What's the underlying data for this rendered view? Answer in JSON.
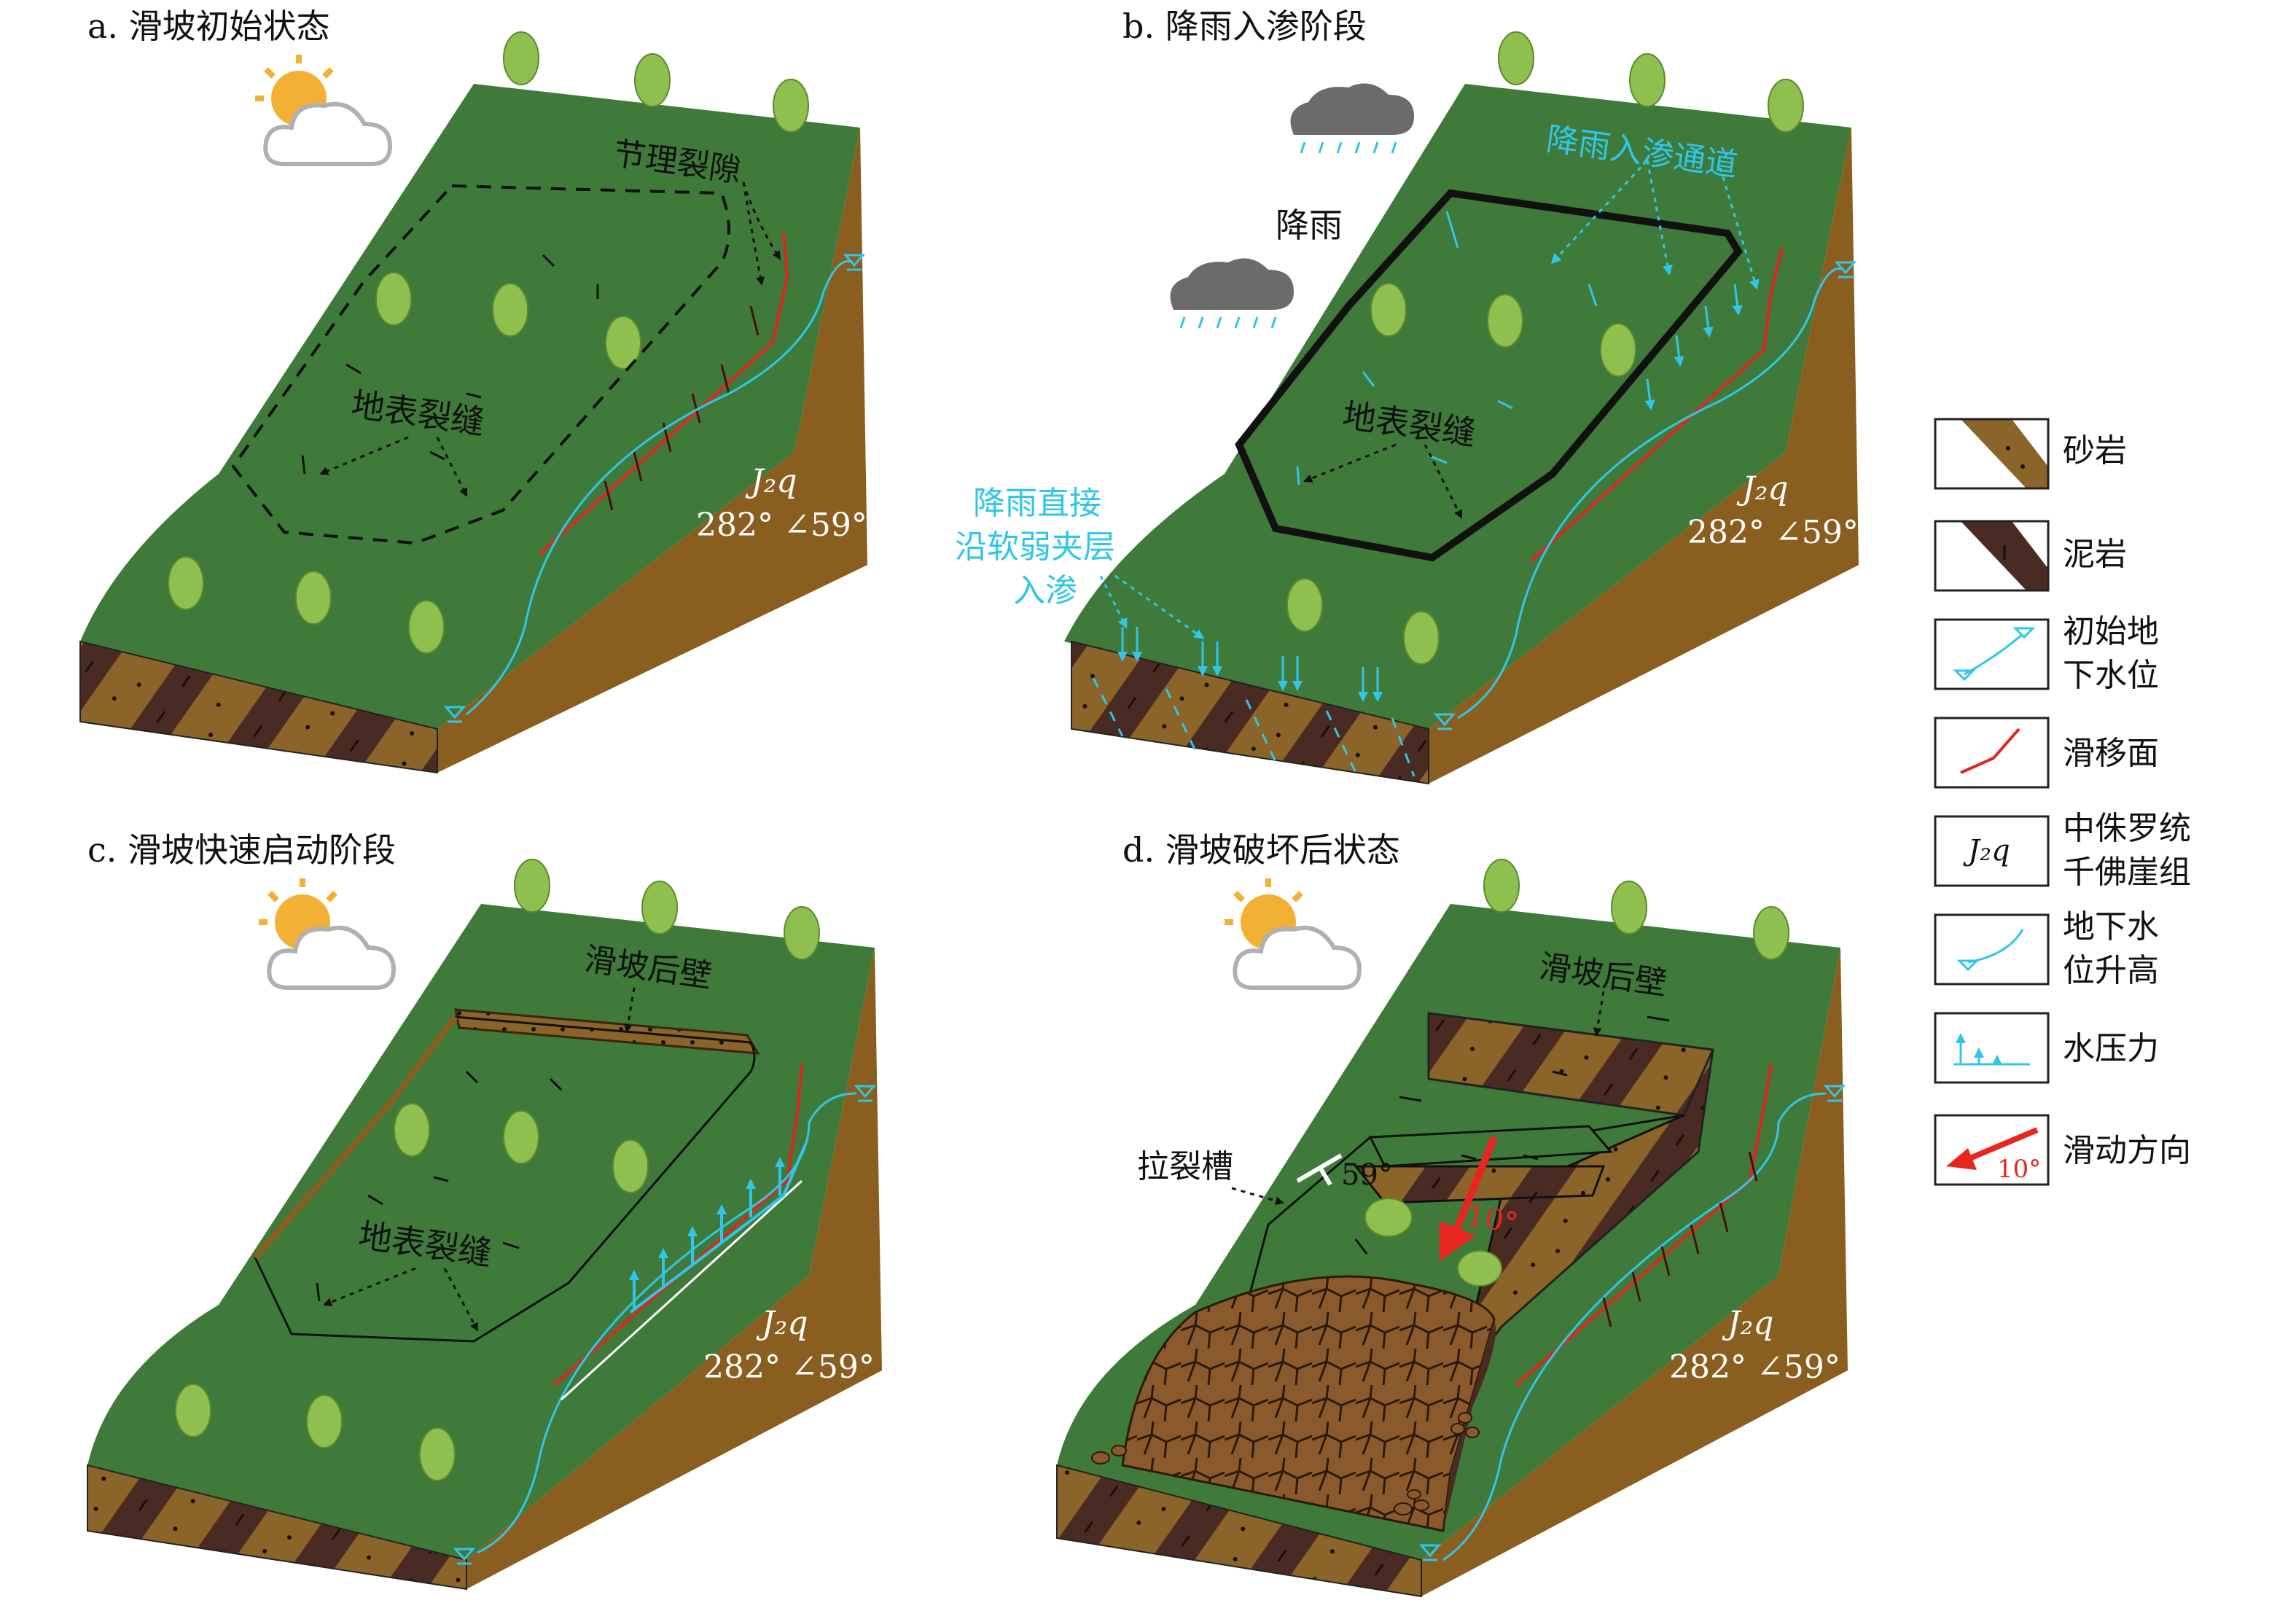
{
  "panels": [
    {
      "id": "a",
      "title": "a. 滑坡初始状态",
      "labels": {
        "joint": "节理裂隙",
        "crack": "地表裂缝",
        "formation": "J₂q",
        "attitude": "282° ∠59°"
      }
    },
    {
      "id": "b",
      "title": "b. 降雨入渗阶段",
      "labels": {
        "rain": "降雨",
        "channel": "降雨入渗通道",
        "crack": "地表裂缝",
        "direct_line1": "降雨直接",
        "direct_line2": "沿软弱夹层",
        "direct_line3": "入渗",
        "formation": "J₂q",
        "attitude": "282° ∠59°"
      }
    },
    {
      "id": "c",
      "title": "c. 滑坡快速启动阶段",
      "labels": {
        "backwall": "滑坡后壁",
        "crack": "地表裂缝",
        "formation": "J₂q",
        "attitude": "282° ∠59°"
      }
    },
    {
      "id": "d",
      "title": "d. 滑坡破坏后状态",
      "labels": {
        "backwall": "滑坡后壁",
        "trench": "拉裂槽",
        "dip": "59°",
        "slide_angle": "10°",
        "formation": "J₂q",
        "attitude": "282° ∠59°"
      }
    }
  ],
  "legend": [
    {
      "key": "sandstone",
      "label": "砂岩"
    },
    {
      "key": "mudstone",
      "label": "泥岩"
    },
    {
      "key": "initial_water",
      "label_line1": "初始地",
      "label_line2": "下水位"
    },
    {
      "key": "slip_surface",
      "label": "滑移面"
    },
    {
      "key": "formation",
      "symbol": "J₂q",
      "label_line1": "中侏罗统",
      "label_line2": "千佛崖组"
    },
    {
      "key": "water_rise",
      "label_line1": "地下水",
      "label_line2": "位升高"
    },
    {
      "key": "water_pressure",
      "label": "水压力"
    },
    {
      "key": "slide_dir",
      "symbol": "10°",
      "label": "滑动方向"
    }
  ],
  "colors": {
    "grass": "#3f7a3a",
    "soil": "#8a5e1f",
    "sandstone": "#8a6428",
    "mudstone": "#4a2b24",
    "water": "#2fc6e8",
    "slip": "#e0261f",
    "tree": "#8fbf4f",
    "debris": "#8a5a2c"
  }
}
